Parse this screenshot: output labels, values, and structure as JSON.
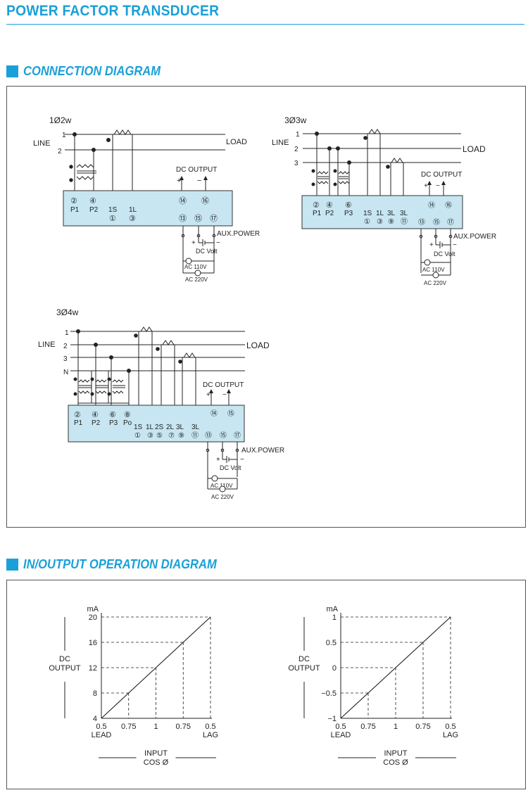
{
  "page_title": "POWER FACTOR TRANSDUCER",
  "sections": {
    "connection": "CONNECTION DIAGRAM",
    "operation": "IN/OUTPUT OPERATION DIAGRAM"
  },
  "labels": {
    "line": "LINE",
    "load": "LOAD",
    "dc_output": "DC OUTPUT",
    "aux_power": "AUX.POWER",
    "dc_volt": "DC Volt",
    "ac110": "AC 110V",
    "ac220": "AC 220V",
    "plus": "+",
    "minus": "−"
  },
  "diagram_1p2w": {
    "title": "1Ø2w",
    "lines": [
      "1",
      "2"
    ],
    "inputs": [
      {
        "num": "②",
        "name": "P1"
      },
      {
        "num": "④",
        "name": "P2"
      },
      {
        "num": "①",
        "name": "1S"
      },
      {
        "num": "③",
        "name": "1L"
      }
    ],
    "out_terms": [
      "⑭",
      "⑯"
    ],
    "aux_terms": [
      "⑬",
      "⑮",
      "⑰"
    ]
  },
  "diagram_3p3w": {
    "title": "3Ø3w",
    "lines": [
      "1",
      "2",
      "3"
    ],
    "inputs": [
      {
        "num": "②",
        "name": "P1"
      },
      {
        "num": "④",
        "name": "P2"
      },
      {
        "num": "⑥",
        "name": "P3"
      },
      {
        "num": "①",
        "name": "1S"
      },
      {
        "num": "③",
        "name": "1L"
      },
      {
        "num": "⑨",
        "name": "3L"
      },
      {
        "num": "⑪",
        "name": "3L"
      }
    ],
    "out_terms": [
      "⑭",
      "⑯"
    ],
    "aux_terms": [
      "⑬",
      "⑮",
      "⑰"
    ]
  },
  "diagram_3p4w": {
    "title": "3Ø4w",
    "lines": [
      "1",
      "2",
      "3",
      "N"
    ],
    "inputs": [
      {
        "num": "②",
        "name": "P1"
      },
      {
        "num": "④",
        "name": "P2"
      },
      {
        "num": "⑥",
        "name": "P3"
      },
      {
        "num": "⑧",
        "name": "Po"
      },
      {
        "num": "①",
        "name": "1S"
      },
      {
        "num": "③",
        "name": "1L"
      },
      {
        "num": "⑤",
        "name": "2S"
      },
      {
        "num": "⑦",
        "name": "2L"
      },
      {
        "num": "⑨",
        "name": "3L"
      },
      {
        "num": "⑪",
        "name": "3L"
      }
    ],
    "out_terms": [
      "⑭",
      "⑮"
    ],
    "aux_terms": [
      "⑬",
      "⑮",
      "⑰"
    ]
  },
  "chart_data": [
    {
      "type": "line",
      "ylabel": "DC\nOUTPUT",
      "yunit": "mA",
      "xlabel": "INPUT\nCOS Ø",
      "x_ticks": [
        "0.5",
        "0.75",
        "1",
        "0.75",
        "0.5"
      ],
      "x_end_labels": [
        "LEAD",
        "LAG"
      ],
      "y_ticks": [
        "4",
        "8",
        "12",
        "16",
        "20"
      ],
      "y_values": [
        4,
        8,
        12,
        16,
        20
      ],
      "ylim": [
        4,
        20
      ],
      "series": [
        {
          "x": [
            "0.5 LEAD",
            "0.75 LEAD",
            "1",
            "0.75 LAG",
            "0.5 LAG"
          ],
          "values": [
            4,
            8,
            12,
            16,
            20
          ]
        }
      ],
      "grid": "dashed guides at ticks"
    },
    {
      "type": "line",
      "ylabel": "DC\nOUTPUT",
      "yunit": "mA",
      "xlabel": "INPUT\nCOS Ø",
      "x_ticks": [
        "0.5",
        "0.75",
        "1",
        "0.75",
        "0.5"
      ],
      "x_end_labels": [
        "LEAD",
        "LAG"
      ],
      "y_ticks": [
        "−1",
        "−0.5",
        "0",
        "0.5",
        "1"
      ],
      "y_values": [
        -1,
        -0.5,
        0,
        0.5,
        1
      ],
      "ylim": [
        -1,
        1
      ],
      "series": [
        {
          "x": [
            "0.5 LEAD",
            "0.75 LEAD",
            "1",
            "0.75 LAG",
            "0.5 LAG"
          ],
          "values": [
            -1,
            -0.5,
            0,
            0.5,
            1
          ]
        }
      ],
      "grid": "dashed guides at ticks"
    }
  ],
  "colors": {
    "accent": "#1aa0d8",
    "box_fill": "#c7e6f2"
  }
}
